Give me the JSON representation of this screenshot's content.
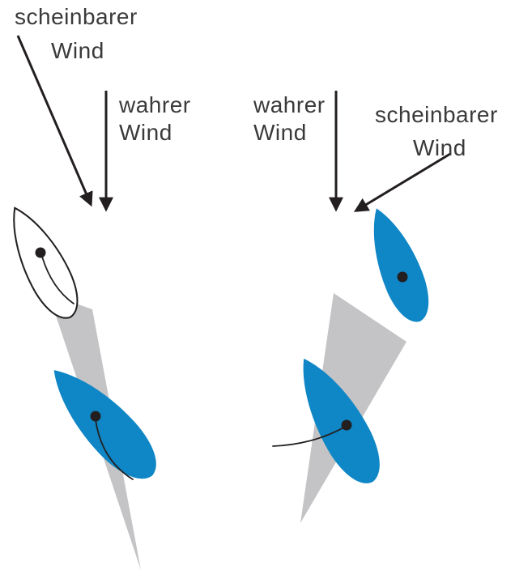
{
  "diagram": {
    "left": {
      "apparent_wind_label": {
        "line1": "scheinbarer",
        "line2": "Wind"
      },
      "true_wind_label": {
        "line1": "wahrer",
        "line2": "Wind"
      }
    },
    "right": {
      "true_wind_label": {
        "line1": "wahrer",
        "line2": "Wind"
      },
      "apparent_wind_label": {
        "line1": "scheinbarer",
        "line2": "Wind"
      }
    }
  },
  "colors": {
    "sail_blue": "#0f86c5",
    "sail_white": "#ffffff",
    "hull_gray": "#c4c4c6",
    "arrow": "#231f20",
    "text": "#3a3a3a"
  }
}
